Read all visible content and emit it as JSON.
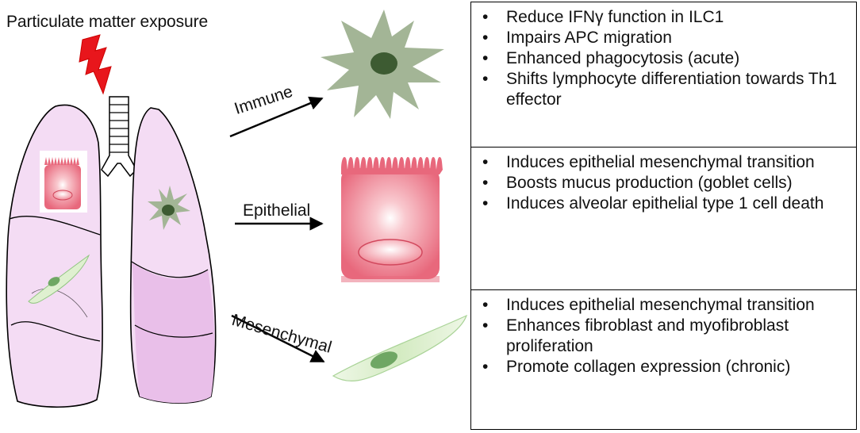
{
  "exposure_label": "Particulate matter exposure",
  "pathways": [
    {
      "id": "immune",
      "label": "Immune"
    },
    {
      "id": "epithelial",
      "label": "Epithelial"
    },
    {
      "id": "mesenchymal",
      "label": "Mesenchymal"
    }
  ],
  "effect_boxes": [
    {
      "items": [
        "Reduce IFNγ function in ILC1",
        "Impairs APC migration",
        "Enhanced phagocytosis (acute)",
        "Shifts lymphocyte differentiation towards Th1 effector"
      ]
    },
    {
      "items": [
        "Induces epithelial mesenchymal transition",
        "Boosts mucus production (goblet cells)",
        "Induces alveolar epithelial type 1 cell death"
      ]
    },
    {
      "items": [
        "Induces epithelial mesenchymal transition",
        "Enhances fibroblast and myofibroblast proliferation",
        "Promote collagen expression (chronic)"
      ]
    }
  ],
  "colors": {
    "lung_fill": "#f4dcf4",
    "lung_shade": "#e9bfe9",
    "immune_cell": "#a3b596",
    "immune_nucleus": "#3d5b32",
    "epithelial_cell": "#e8687c",
    "fibroblast": "#d6ecc4",
    "fibroblast_nucleus": "#6fa764",
    "lightning": "#e8161c"
  }
}
